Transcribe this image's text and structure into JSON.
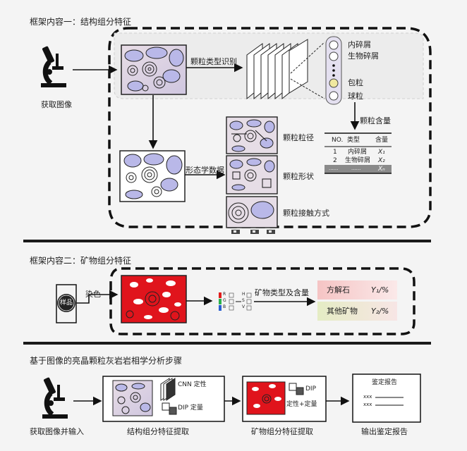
{
  "section1": {
    "title": "框架内容一：结构组分特征",
    "microscope_label": "获取图像",
    "step_grain_type": "颗粒类型识别",
    "type_labels": [
      "内碎屑",
      "生物碎屑",
      "包粒",
      "球粒"
    ],
    "grain_content_label": "颗粒含量",
    "table": {
      "headers": [
        "NO.",
        "类型",
        "含量"
      ],
      "rows": [
        [
          "1",
          "内碎屑",
          "X₁"
        ],
        [
          "2",
          "生物碎屑",
          "X₂"
        ],
        [
          "......",
          "......",
          "Xₙ"
        ]
      ]
    },
    "morph_label": "形态学数据",
    "props": [
      "颗粒粒径",
      "颗粒形状",
      "颗粒接触方式"
    ]
  },
  "section2": {
    "title": "框架内容二：矿物组分特征",
    "sample_label": "样品",
    "stain_label": "染色",
    "rgb_labels": [
      "R",
      "G",
      "B"
    ],
    "hsv_labels": [
      "H",
      "S",
      "V"
    ],
    "mineral_label": "矿物类型及含量",
    "results": [
      {
        "name": "方解石",
        "value": "Y₁/%"
      },
      {
        "name": "其他矿物",
        "value": "Y₂/%"
      }
    ]
  },
  "section3": {
    "title": "基于图像的亮晶颗粒灰岩岩相学分析步骤",
    "cnn_label": "CNN 定性",
    "dip_label": "DIP  定量",
    "dip2_label": "DIP",
    "dip2_sub": "定性+定量",
    "report_title": "鉴定报告",
    "report_lines": [
      "xxx",
      "xxx"
    ],
    "step_labels": [
      "获取图像并输入",
      "结构组分特征提取",
      "矿物组分特征提取",
      "输出鉴定报告"
    ]
  },
  "colors": {
    "grain_fill": "#b9b8e8",
    "stain_red": "#e0141c",
    "divider": "#1a1a1a"
  }
}
